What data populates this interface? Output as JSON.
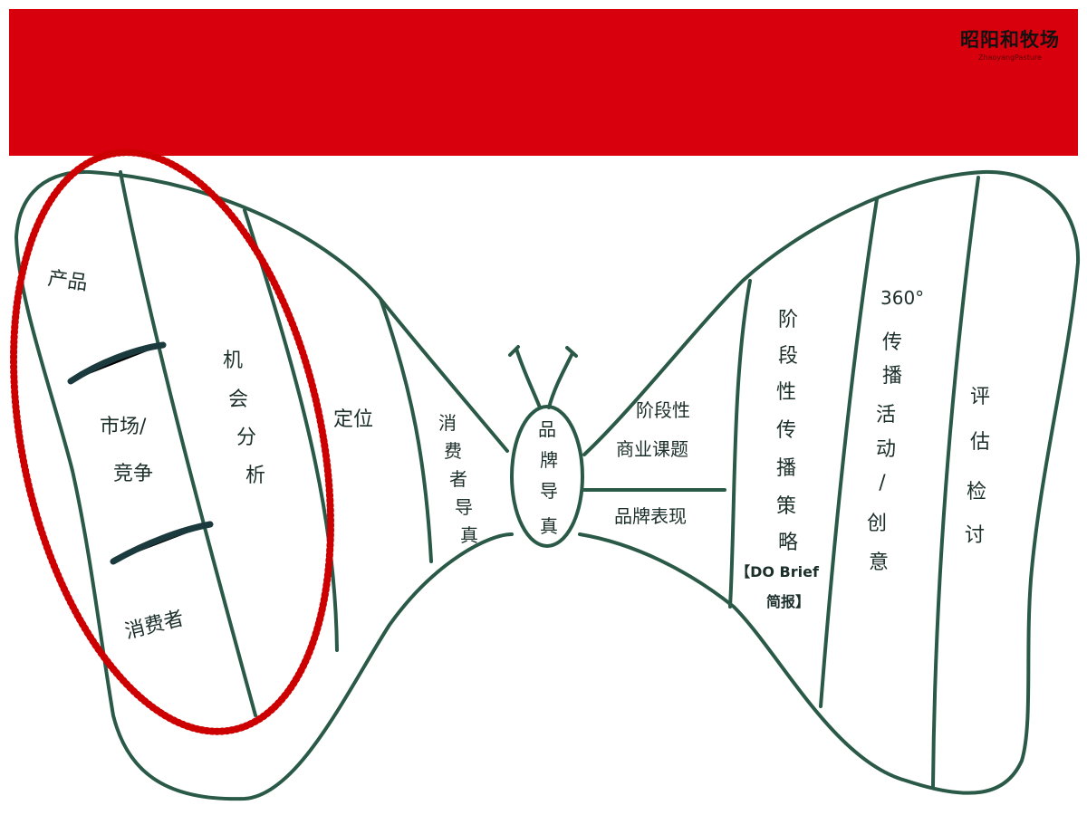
{
  "header": {
    "logo_text": "昭阳和牧场",
    "logo_subtitle": "ZhaoyangPasture",
    "banner_color": "#d9000d"
  },
  "diagram": {
    "outline_color": "#2a5a47",
    "highlight_color": "#cc0000",
    "body_label": [
      "品",
      "牌",
      "导",
      "真"
    ],
    "left_wing": {
      "col1": {
        "top": "产品",
        "middle": [
          "市场/",
          "竞争"
        ],
        "bottom": "消费者"
      },
      "col2": [
        "机",
        "会",
        "分",
        "析"
      ],
      "col3": "定位",
      "col4": [
        "消",
        "费",
        "者",
        "导",
        "真"
      ]
    },
    "right_wing": {
      "branch_top": [
        "阶段性",
        "商业课题"
      ],
      "branch_bottom": "品牌表现",
      "col1": [
        "阶",
        "段",
        "性",
        "传",
        "播",
        "策",
        "略"
      ],
      "col1_note": [
        "【DO Brief",
        "简报】"
      ],
      "col2_top": "360°",
      "col2": [
        "传",
        "播",
        "活",
        "动",
        "/",
        "创",
        "意"
      ],
      "col3": [
        "评",
        "估",
        "检",
        "讨"
      ]
    }
  }
}
